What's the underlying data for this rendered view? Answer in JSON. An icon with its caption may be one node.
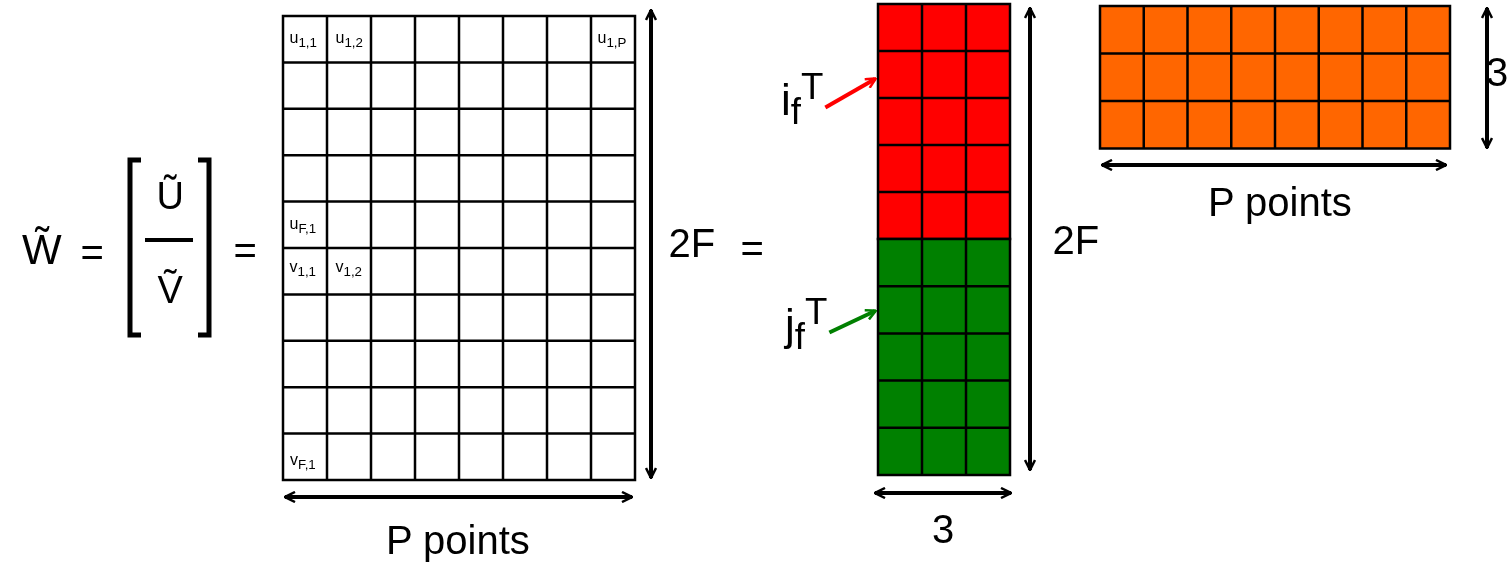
{
  "diagram": {
    "nodes": [
      {
        "text": [
          "i$_{f}$$^{T}$"
        ]
      },
      {
        "text": [
          "j$_{f}$$^{T}$"
        ]
      }
    ],
    "edges": [
      {
        "from": 0,
        "to": null,
        "arrow": "to",
        "color": "#ff0000"
      },
      {
        "from": 1,
        "to": null,
        "arrow": "to",
        "color": "#008000"
      }
    ],
    "labels": [
      "W̃",
      "=",
      "Ũ",
      "Ṽ",
      "=",
      "u$_{1,1}$",
      "u$_{1,2}$",
      "u$_{1,P}$",
      "u$_{F,1}$",
      "v$_{1,1}$",
      "v$_{1,2}$",
      "v$_{F,1}$",
      "2F",
      "=",
      "2F",
      "3",
      "P points",
      "3",
      "P points"
    ]
  }
}
